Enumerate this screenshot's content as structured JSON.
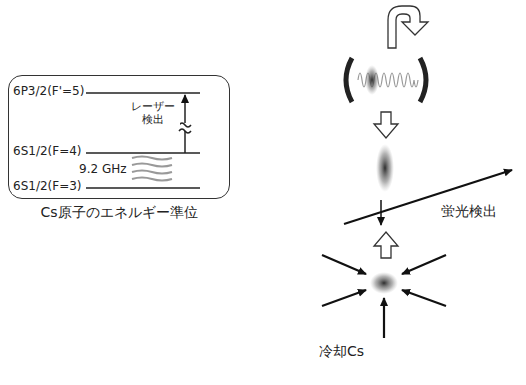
{
  "diagram": {
    "nodes": [
      {
        "text": [
          "Cs原子のエネルギー準位"
        ]
      }
    ],
    "labels": [
      "6P3/2(F'=5)",
      "6S1/2(F=4)",
      "6S1/2(F=3)",
      "レーザー 検出",
      "9.2 GHz",
      "蛍光検出",
      "冷却Cs"
    ]
  }
}
